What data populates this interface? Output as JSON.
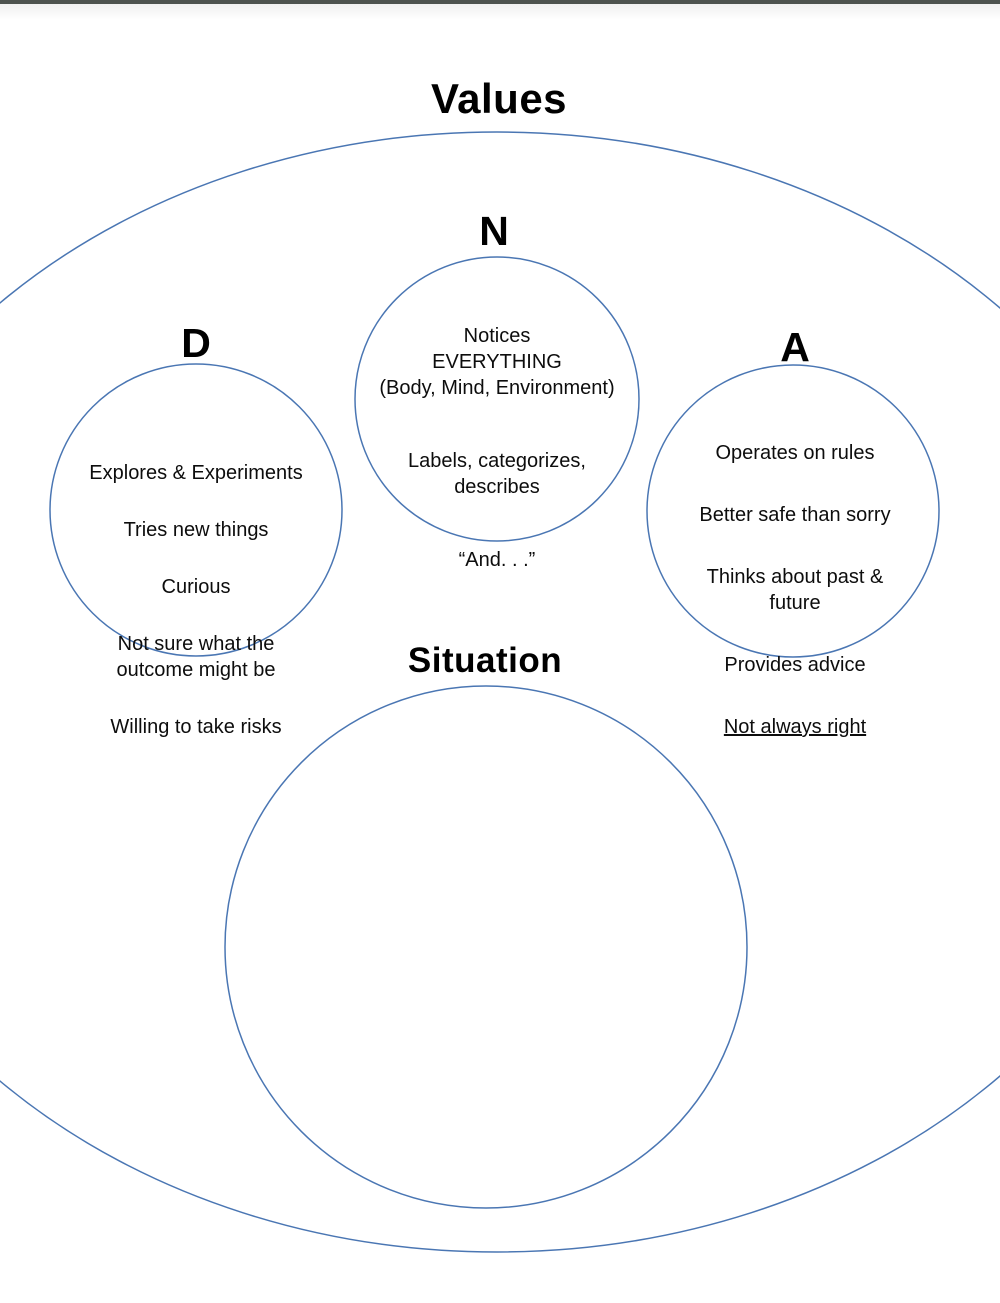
{
  "page": {
    "top_bar_color": "#4d524e",
    "background": "#ffffff"
  },
  "diagram": {
    "stroke_color": "#4a76b3",
    "text_color": "#0d0d0d",
    "values": {
      "label": "Values"
    },
    "situation": {
      "label": "Situation"
    },
    "d": {
      "label": "D",
      "items": [
        "Explores & Experiments",
        "Tries new things",
        "Curious",
        "Not sure what the\noutcome might be",
        "Willing to take risks"
      ]
    },
    "n": {
      "label": "N",
      "paragraphs": [
        "Notices\nEVERYTHING\n(Body, Mind, Environment)",
        "Labels, categorizes,\ndescribes",
        "“And. . .”"
      ]
    },
    "a": {
      "label": "A",
      "items": [
        "Operates on rules",
        "Better safe than sorry",
        "Thinks about past &\nfuture",
        "Provides advice",
        "Not always right"
      ]
    }
  }
}
